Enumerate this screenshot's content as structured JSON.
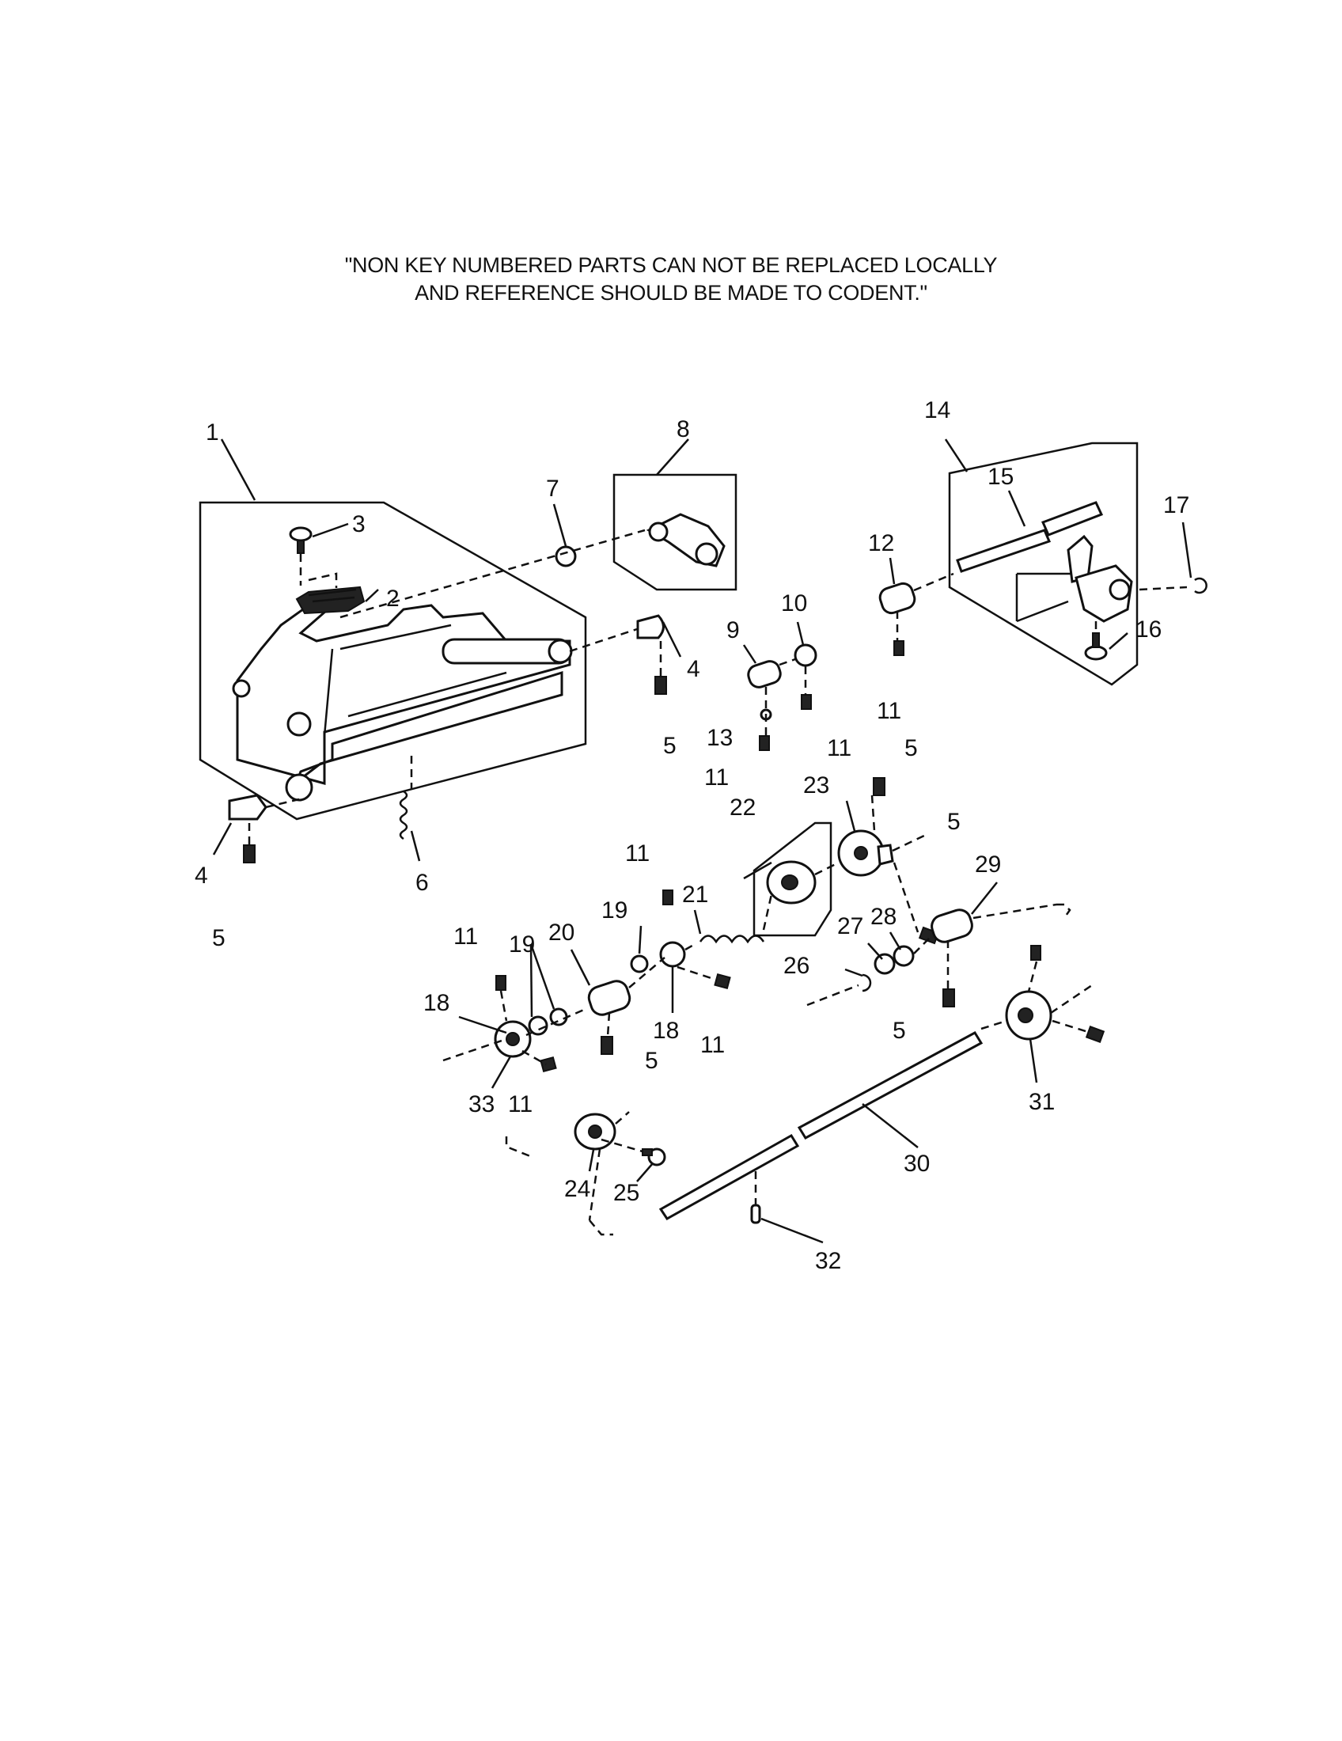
{
  "note": {
    "line1": "\"NON KEY NUMBERED PARTS CAN NOT BE REPLACED LOCALLY",
    "line2": "AND REFERENCE SHOULD BE MADE TO CODENT.\""
  },
  "callouts": {
    "c1": "1",
    "c2": "2",
    "c3": "3",
    "c4a": "4",
    "c4b": "4",
    "c5a": "5",
    "c5b": "5",
    "c5c": "5",
    "c5d": "5",
    "c5e": "5",
    "c5f": "5",
    "c6": "6",
    "c7": "7",
    "c8": "8",
    "c9": "9",
    "c10": "10",
    "c11a": "11",
    "c11b": "11",
    "c11c": "11",
    "c11d": "11",
    "c11e": "11",
    "c11f": "11",
    "c11g": "11",
    "c12": "12",
    "c13": "13",
    "c14": "14",
    "c15": "15",
    "c16": "16",
    "c17": "17",
    "c18a": "18",
    "c18b": "18",
    "c19a": "19",
    "c19b": "19",
    "c20": "20",
    "c21": "21",
    "c22": "22",
    "c23": "23",
    "c24": "24",
    "c25": "25",
    "c26": "26",
    "c27": "27",
    "c28": "28",
    "c29": "29",
    "c30": "30",
    "c31": "31",
    "c32": "32",
    "c33": "33"
  }
}
